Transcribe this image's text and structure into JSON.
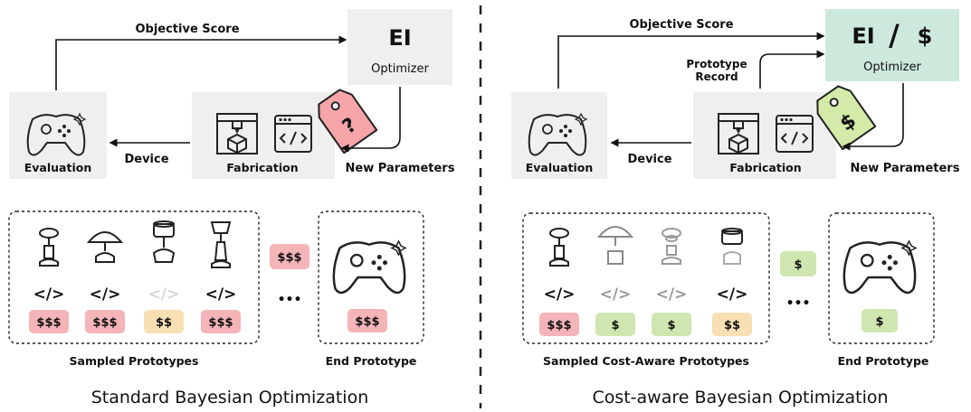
{
  "left": {
    "objective_score": "Objective Score",
    "optimizer_title": "EI",
    "optimizer_label": "Optimizer",
    "evaluation_label": "Evaluation",
    "device_label": "Device",
    "fabrication_label": "Fabrication",
    "new_parameters_label": "New Parameters",
    "tag_symbol": "?",
    "code_glyph": "</>",
    "sampled_costs": [
      "$$$",
      "$$$",
      "$$",
      "$$$"
    ],
    "side_cost": "$$$",
    "ellipsis": "•••",
    "end_cost": "$$$",
    "sampled_label": "Sampled Prototypes",
    "end_label": "End Prototype",
    "section_title": "Standard Bayesian Optimization"
  },
  "right": {
    "objective_score": "Objective Score",
    "optimizer_title_a": "EI",
    "optimizer_slash": "/",
    "optimizer_title_b": "$",
    "optimizer_label": "Optimizer",
    "prototype_record_line1": "Prototype",
    "prototype_record_line2": "Record",
    "evaluation_label": "Evaluation",
    "device_label": "Device",
    "fabrication_label": "Fabrication",
    "new_parameters_label": "New Parameters",
    "tag_symbol": "$",
    "code_glyph": "</>",
    "sampled_costs": [
      "$$$",
      "$",
      "$",
      "$$"
    ],
    "side_cost": "$",
    "ellipsis": "•••",
    "end_cost": "$",
    "sampled_label": "Sampled Cost-Aware Prototypes",
    "end_label": "End Prototype",
    "section_title": "Cost-aware Bayesian Optimization"
  },
  "colors": {
    "cost_high": "#f4b4b8",
    "cost_mid": "#f8dfb4",
    "cost_low": "#cfe6b0",
    "optimizer_cost_aware": "#cde9dc",
    "box_gray": "#efefef",
    "tag_red": "#f5a5a8",
    "tag_green": "#d4eaa8"
  }
}
